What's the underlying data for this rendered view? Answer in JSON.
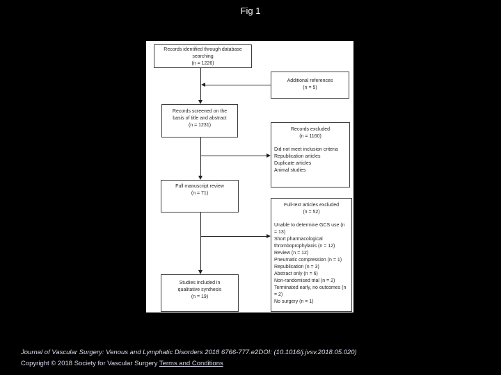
{
  "slide": {
    "title": "Fig 1"
  },
  "colors": {
    "page_bg": "#000000",
    "figure_bg": "#ffffff",
    "box_border": "#3d3d3d",
    "diagram_text": "#1f1f1f",
    "caption_text": "#dcdcee"
  },
  "diagram": {
    "boxes": {
      "identified": {
        "lines": [
          "Records identified through database",
          "searching",
          "(n = 1226)"
        ]
      },
      "additional_references": {
        "lines": [
          "Additional references",
          "(n = 5)"
        ]
      },
      "screened": {
        "lines": [
          "Records screened on the",
          "basis of title and abstract",
          "(n = 1231)"
        ]
      },
      "records_excluded": {
        "heading": [
          "Records excluded",
          "(n = 1160)"
        ],
        "items": [
          "Did not meet inclusion criteria",
          "Republication articles",
          "Duplicate articles",
          "Animal studies"
        ]
      },
      "full_review": {
        "lines": [
          "Full manuscript review",
          "(n = 71)"
        ]
      },
      "fulltext_excluded": {
        "heading": [
          "Full-text articles excluded",
          "(n = 52)"
        ],
        "items": [
          "Unable to determine GCS use (n = 13)",
          "Short pharmacological thromboprophylaxis (n = 12)",
          "Review (n = 12)",
          "Pneumatic compression (n = 1)",
          "Republication (n = 3)",
          "Abstract only (n = 6)",
          "Non-randomised trial (n = 2)",
          "Terminated early, no outcomes (n = 2)",
          "No surgery (n = 1)"
        ]
      },
      "included": {
        "lines": [
          "Studies included in",
          "qualitative synthesis",
          "(n = 19)"
        ]
      }
    }
  },
  "caption": {
    "line1": "Journal of Vascular Surgery: Venous and Lymphatic Disorders 2018 6766-777.e2DOI: (10.1016/j.jvsv.2018.05.020)",
    "copyright": "Copyright © 2018 Society for Vascular Surgery ",
    "terms_link": "Terms and Conditions"
  }
}
